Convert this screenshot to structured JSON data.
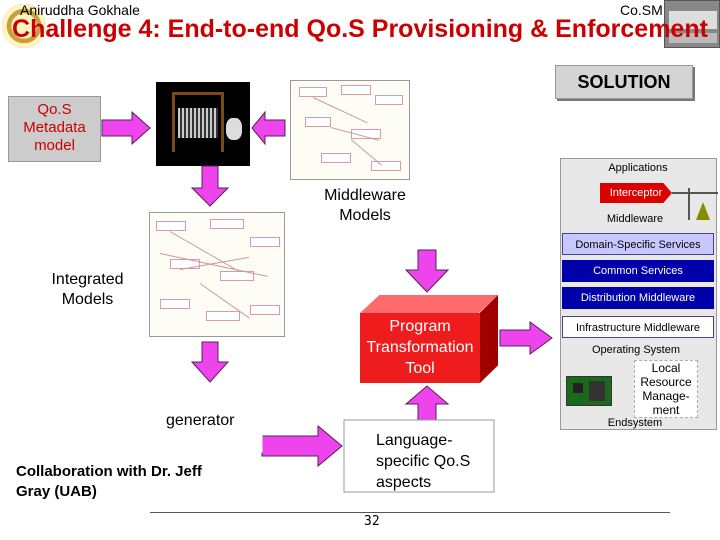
{
  "header": {
    "author": "Aniruddha Gokhale",
    "org": "Co.SMIC"
  },
  "title": "Challenge 4: End-to-end Qo.S Provisioning & Enforcement",
  "solution_label": "SOLUTION",
  "qos_metadata": "Qo.S Metadata model",
  "middleware_models": "Middleware Models",
  "integrated_models": "Integrated Models",
  "program_transformation": "Program Transformation Tool",
  "generator": "generator",
  "language_specific": "Language-specific Qo.S aspects",
  "collaboration": "Collaboration with Dr. Jeff Gray (UAB)",
  "stack": {
    "applications": "Applications",
    "interceptor": "Interceptor",
    "middleware": "Middleware",
    "domain_services": "Domain-Specific Services",
    "common_services": "Common Services",
    "distribution": "Distribution Middleware",
    "infrastructure": "Infrastructure Middleware",
    "os": "Operating System",
    "local_rm": "Local Resource Manage-ment",
    "endsystem": "Endsystem"
  },
  "page_number": "32",
  "colors": {
    "title": "#cc0000",
    "arrow": "#ee44ee",
    "accent_blue": "#0000aa",
    "accent_red": "#d40000"
  }
}
